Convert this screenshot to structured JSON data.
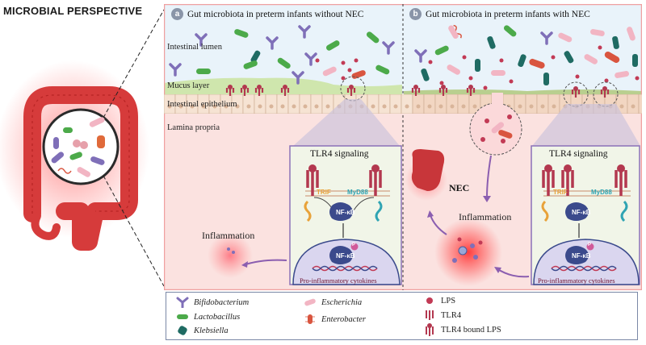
{
  "title": "MICROBIAL PERSPECTIVE",
  "panel_a": {
    "badge": "a",
    "heading": "Gut microbiota in preterm infants without NEC",
    "intestinal_lumen": "Intestinal lumen",
    "mucus_layer": "Mucus layer",
    "intestinal_epithelium": "Intestinal epithelium",
    "lamina_propria": "Lamina propria",
    "tlr4_box": {
      "title": "TLR4 signaling",
      "trif": "TRIF",
      "myd88": "MyD88",
      "nfkb": "NF-κB",
      "nfkb_nucleus": "NF-κB",
      "p": "P",
      "cytokines": "Pro-inflammatory cytokines"
    },
    "inflammation": "Inflammation"
  },
  "panel_b": {
    "badge": "b",
    "heading": "Gut microbiota in preterm infants with NEC",
    "nec_label": "NEC",
    "inflammation": "Inflammation",
    "tlr4_box": {
      "title": "TLR4 signaling",
      "trif": "TRIF",
      "myd88": "MyD88",
      "nfkb": "NF-κB",
      "nfkb_nucleus": "NF-κB",
      "p": "P",
      "cytokines": "Pro-inflammatory cytokines"
    }
  },
  "legend": {
    "items": [
      {
        "name": "Bifidobacterium",
        "icon": "bifidobacterium-icon",
        "italic": true
      },
      {
        "name": "Lactobacillus",
        "icon": "lactobacillus-icon",
        "italic": true
      },
      {
        "name": "Klebsiella",
        "icon": "klebsiella-icon",
        "italic": true
      },
      {
        "name": "Escherichia",
        "icon": "escherichia-icon",
        "italic": true
      },
      {
        "name": "Enterobacter",
        "icon": "enterobacter-icon",
        "italic": true
      },
      {
        "name": "LPS",
        "icon": "lps-icon",
        "italic": false
      },
      {
        "name": "TLR4",
        "icon": "tlr4-icon",
        "italic": false
      },
      {
        "name": "TLR4 bound LPS",
        "icon": "tlr4-bound-lps-icon",
        "italic": false
      }
    ]
  },
  "colors": {
    "bifidobacterium": "#7f6fb8",
    "lactobacillus": "#4caa4a",
    "klebsiella": "#1f6b63",
    "escherichia": "#f2b5c3",
    "enterobacter": "#d9553f",
    "lps": "#c23a55",
    "tlr4": "#b3384f",
    "trif": "#e8a23a",
    "myd88": "#2fa4b3",
    "nfkb": "#3b4a8c",
    "panel_border": "#f0a0a0",
    "box_border": "#8b72b8"
  }
}
